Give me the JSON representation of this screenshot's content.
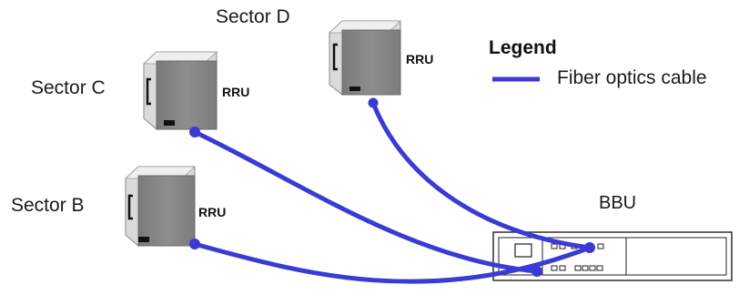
{
  "sectors": [
    {
      "name": "Sector D",
      "unit_label": "RRU"
    },
    {
      "name": "Sector C",
      "unit_label": "RRU"
    },
    {
      "name": "Sector B",
      "unit_label": "RRU"
    }
  ],
  "bbu_label": "BBU",
  "legend": {
    "title": "Legend",
    "cable_label": "Fiber optics cable",
    "cable_color": "#3a3ad4"
  },
  "colors": {
    "unit_front": "#868686",
    "unit_side": "#d4d4d4",
    "unit_top": "#ebebeb",
    "port": "#111111"
  }
}
